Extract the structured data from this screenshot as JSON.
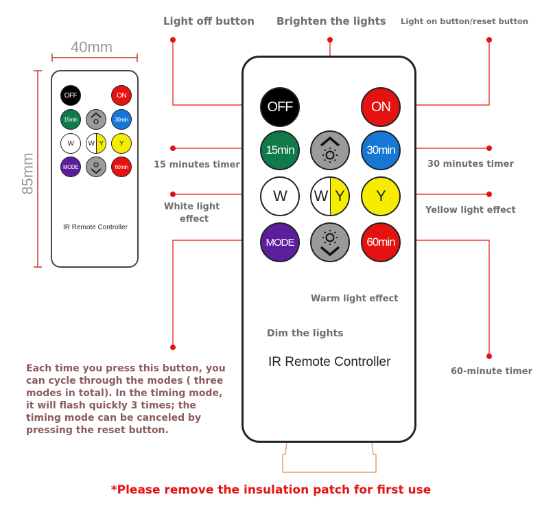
{
  "dimensions": {
    "width_label": "40mm",
    "height_label": "85mm"
  },
  "labels": {
    "light_off": "Light off button",
    "brighten": "Brighten the lights",
    "light_on_reset": "Light on button/reset button",
    "timer_15": "15 minutes timer",
    "timer_30": "30 minutes timer",
    "white_effect_line1": "White light",
    "white_effect_line2": "effect",
    "yellow_effect": "Yellow light effect",
    "warm_effect": "Warm light effect",
    "dim": "Dim the lights",
    "timer_60": "60-minute timer"
  },
  "remote": {
    "caption": "IR Remote Controller",
    "buttons": {
      "off": "OFF",
      "on": "ON",
      "m15": "15min",
      "m30": "30min",
      "w": "W",
      "wy_w": "W",
      "wy_y": "Y",
      "y": "Y",
      "mode": "MODE",
      "m60": "60min"
    }
  },
  "mode_description": "Each time you press this button, you can cycle through the modes ( three modes in total). In the timing mode, it will flash quickly 3 times; the timing mode can be canceled by pressing the reset button.",
  "warning": "*Please remove the insulation patch for first use",
  "colors": {
    "off": "#000000",
    "on": "#e51212",
    "green": "#0f7a4a",
    "blue": "#1877d6",
    "white": "#ffffff",
    "yellow": "#f5ec00",
    "purple": "#5b1f9e",
    "red": "#e51212",
    "gray": "#9a9a9a",
    "callout": "#e51212",
    "label": "#6e6e6e",
    "description": "#8c5b5b"
  }
}
